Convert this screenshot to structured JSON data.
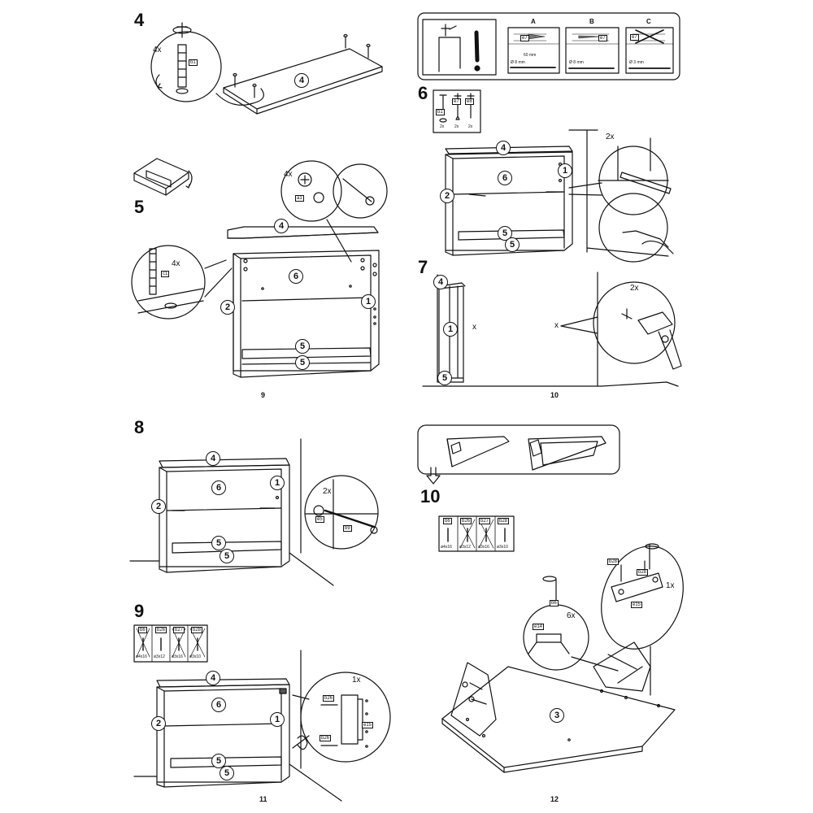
{
  "pages": [
    "9",
    "10",
    "11",
    "12"
  ],
  "steps": {
    "s4": {
      "number": "4",
      "qty": "4x",
      "code": "b1",
      "part": "4"
    },
    "s5": {
      "number": "5",
      "qty_left": "4x",
      "code_left": "c1",
      "qty_right": "4x",
      "code_right": "a1",
      "parts": {
        "top": "4",
        "back": "6",
        "left": "2",
        "right": "1",
        "shelf": "5",
        "base": "5"
      }
    },
    "warning": {
      "labels": [
        "A",
        "B",
        "C"
      ],
      "codes": [
        "e7",
        "e7",
        "e7"
      ],
      "dims": [
        "60 mm",
        "Ø 8 mm",
        "Ø 8 mm",
        "Ø 3 mm"
      ]
    },
    "s6": {
      "number": "6",
      "codes": [
        "b1",
        "e7",
        "e8"
      ],
      "counts": [
        "2x",
        "2x",
        "2x"
      ],
      "qty": "2x",
      "parts": {
        "top": "4",
        "back": "6",
        "left": "2",
        "right": "1",
        "shelf": "5",
        "base": "5"
      }
    },
    "s7": {
      "number": "7",
      "qty": "2x",
      "mark": "x",
      "parts": {
        "top": "4",
        "side": "1",
        "base": "5"
      }
    },
    "s8": {
      "number": "8",
      "qty": "2x",
      "codes": [
        "e5",
        "b9"
      ],
      "parts": {
        "top": "4",
        "back": "6",
        "left": "2",
        "right": "1",
        "shelf": "5",
        "base": "5"
      }
    },
    "s9": {
      "number": "9",
      "screws": [
        {
          "code": "b6",
          "size": "ø4x16"
        },
        {
          "code": "b26",
          "size": "ø3x12"
        },
        {
          "code": "b27",
          "size": "ø3x16"
        },
        {
          "code": "b28",
          "size": "ø3x10"
        }
      ],
      "qty": "1x",
      "codes": [
        "b26",
        "e15",
        "b26"
      ],
      "parts": {
        "top": "4",
        "back": "6",
        "left": "2",
        "right": "1",
        "shelf": "5",
        "base": "5"
      }
    },
    "s10": {
      "number": "10",
      "screws": [
        {
          "code": "b6",
          "size": "ø4x16"
        },
        {
          "code": "b26",
          "size": "ø3x12"
        },
        {
          "code": "b27",
          "size": "ø3x16"
        },
        {
          "code": "b28",
          "size": "ø3x10"
        }
      ],
      "qty_left": "6x",
      "qty_right": "1x",
      "codes": [
        "b6",
        "e14",
        "b28",
        "b28",
        "e15"
      ],
      "part": "3"
    }
  }
}
